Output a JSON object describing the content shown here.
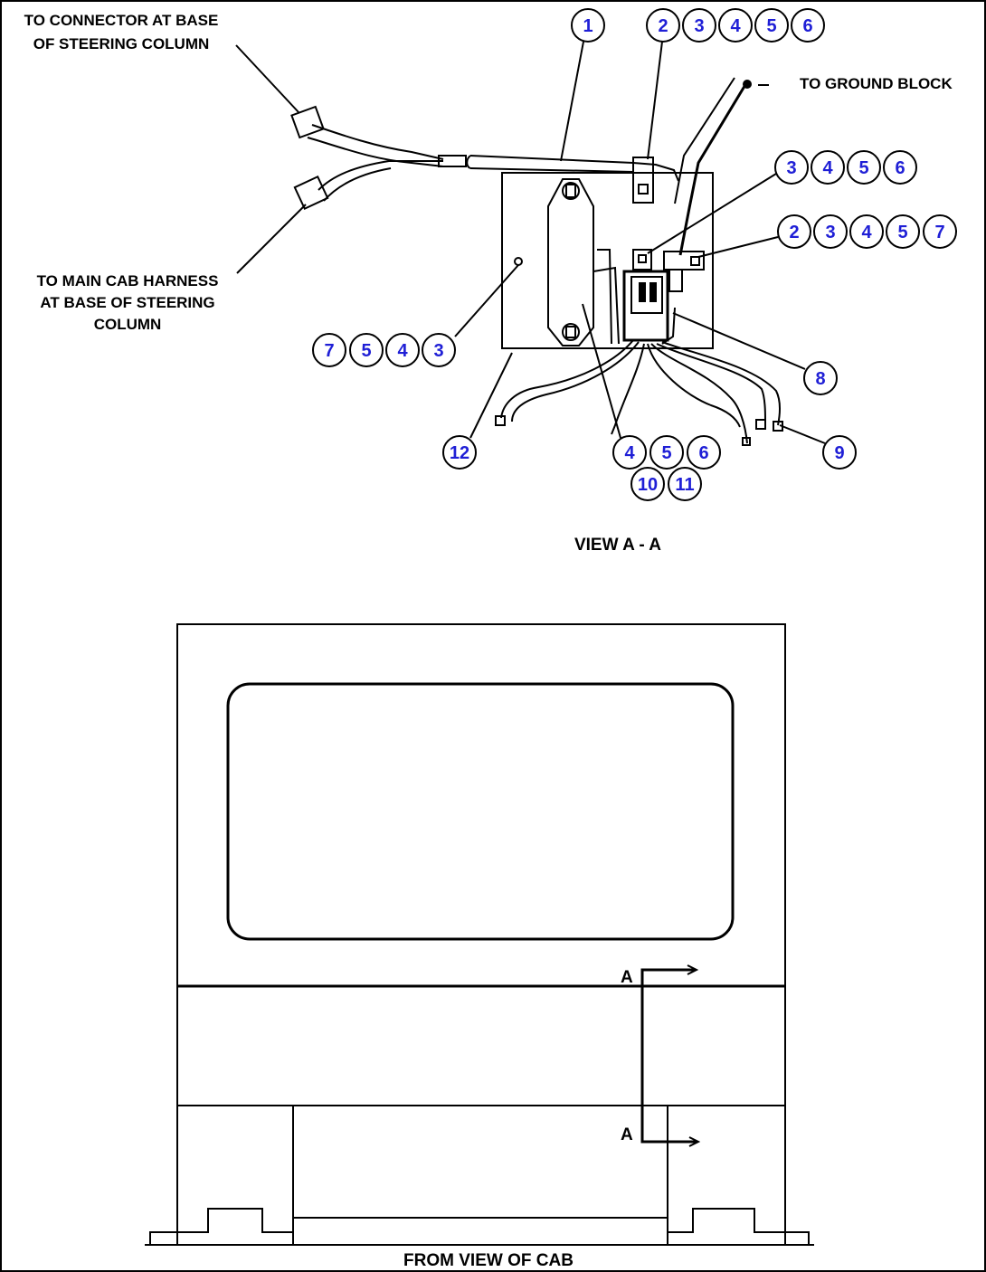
{
  "labels": {
    "connector_base": [
      "TO CONNECTOR AT BASE",
      "OF STEERING COLUMN"
    ],
    "ground_block": "TO GROUND BLOCK",
    "main_cab": [
      "TO MAIN CAB HARNESS",
      "AT BASE OF STEERING",
      "COLUMN"
    ],
    "view_aa": "VIEW A - A",
    "section_a_top": "A",
    "section_a_bottom": "A",
    "front_view": "FROM VIEW OF CAB"
  },
  "callouts": {
    "c1": [
      "1"
    ],
    "c2": [
      "2",
      "3",
      "4",
      "5",
      "6"
    ],
    "c3": [
      "3",
      "4",
      "5",
      "6"
    ],
    "c4": [
      "2",
      "3",
      "4",
      "5",
      "7"
    ],
    "c5": [
      "7",
      "5",
      "4",
      "3"
    ],
    "c6": [
      "8"
    ],
    "c7": [
      "12"
    ],
    "c8": [
      "4",
      "5",
      "6"
    ],
    "c9": [
      "10",
      "11"
    ],
    "c10": [
      "9"
    ]
  },
  "colors": {
    "callout_text": "#1f1fd6",
    "line": "#000000"
  }
}
